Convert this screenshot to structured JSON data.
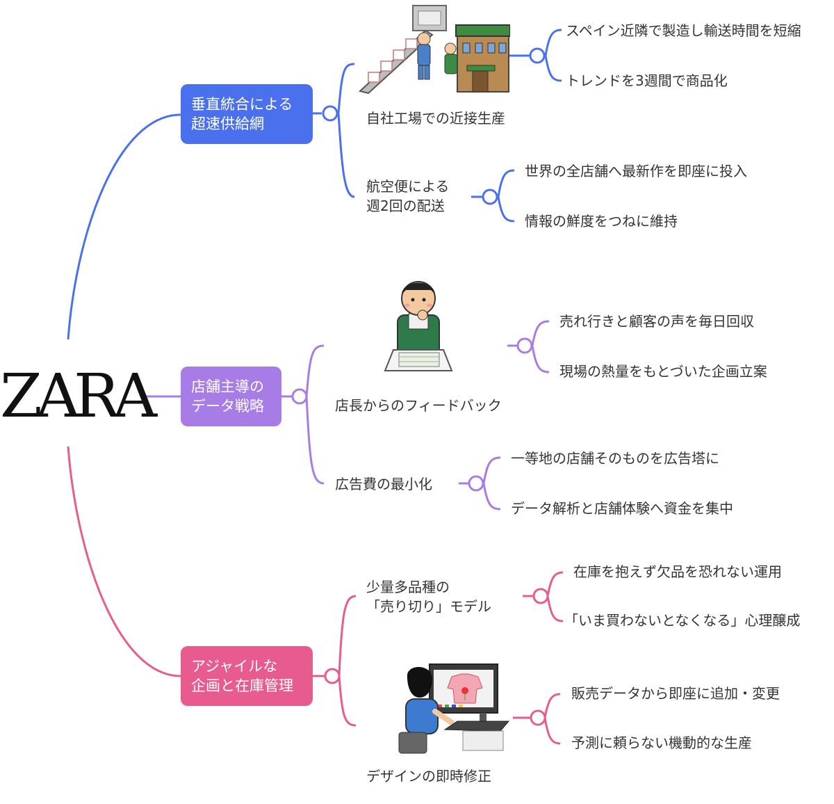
{
  "root": {
    "logo": "ZARA"
  },
  "colors": {
    "blue": "#4a70ee",
    "purple": "#a77ce7",
    "pink": "#e85b8f"
  },
  "branches": [
    {
      "line1": "垂直統合による",
      "line2": "超速供給網",
      "topics": [
        {
          "line1": "自社工場での近接生産",
          "line2": "",
          "illustration": "factory-illustration",
          "leaves": [
            "スペイン近隣で製造し輸送時間を短縮",
            "トレンドを3週間で商品化"
          ]
        },
        {
          "line1": "航空便による",
          "line2": "週2回の配送",
          "leaves": [
            "世界の全店舗へ最新作を即座に投入",
            "情報の鮮度をつねに維持"
          ]
        }
      ]
    },
    {
      "line1": "店舗主導の",
      "line2": "データ戦略",
      "topics": [
        {
          "line1": "店長からのフィードバック",
          "line2": "",
          "illustration": "store-manager-illustration",
          "leaves": [
            "売れ行きと顧客の声を毎日回収",
            "現場の熱量をもとづいた企画立案"
          ]
        },
        {
          "line1": "広告費の最小化",
          "line2": "",
          "leaves": [
            "一等地の店舗そのものを広告塔に",
            "データ解析と店舗体験へ資金を集中"
          ]
        }
      ]
    },
    {
      "line1": "アジャイルな",
      "line2": "企画と在庫管理",
      "topics": [
        {
          "line1": "少量多品種の",
          "line2": "「売り切り」モデル",
          "leaves": [
            "在庫を抱えず欠品を恐れない運用",
            "「いま買わないとなくなる」心理醸成"
          ]
        },
        {
          "line1": "デザインの即時修正",
          "line2": "",
          "illustration": "designer-illustration",
          "leaves": [
            "販売データから即座に追加・変更",
            "予測に頼らない機動的な生産"
          ]
        }
      ]
    }
  ]
}
